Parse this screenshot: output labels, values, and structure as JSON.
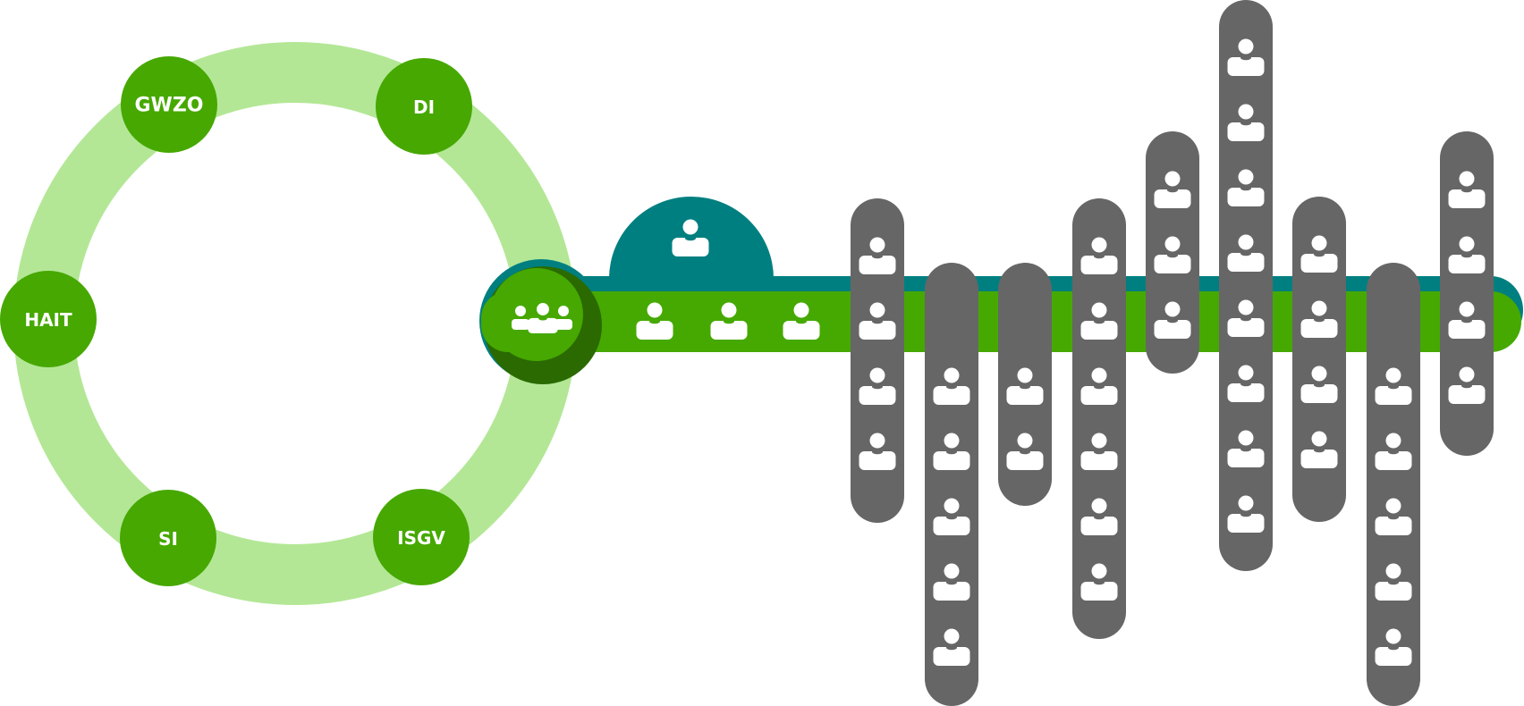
{
  "colors": {
    "ring": "#b3e796",
    "node": "#46a800",
    "node_dark": "#2a6a00",
    "teal": "#007f80",
    "bar": "#45a901",
    "column": "#666666",
    "icon": "#ffffff"
  },
  "ring": {
    "nodes": [
      {
        "id": "gwzo",
        "label": "GWZO"
      },
      {
        "id": "di",
        "label": "DI"
      },
      {
        "id": "hait",
        "label": "HAIT"
      },
      {
        "id": "si",
        "label": "SI"
      },
      {
        "id": "isgv",
        "label": "ISGV"
      }
    ]
  },
  "hub": {
    "icon": "group-icon"
  },
  "dome": {
    "icon": "person-icon"
  },
  "bar": {
    "icon": "person-icon",
    "person_count": 3
  },
  "columns": {
    "icon": "person-icon",
    "person_counts": [
      4,
      5,
      2,
      6,
      3,
      8,
      4,
      5,
      4
    ]
  }
}
